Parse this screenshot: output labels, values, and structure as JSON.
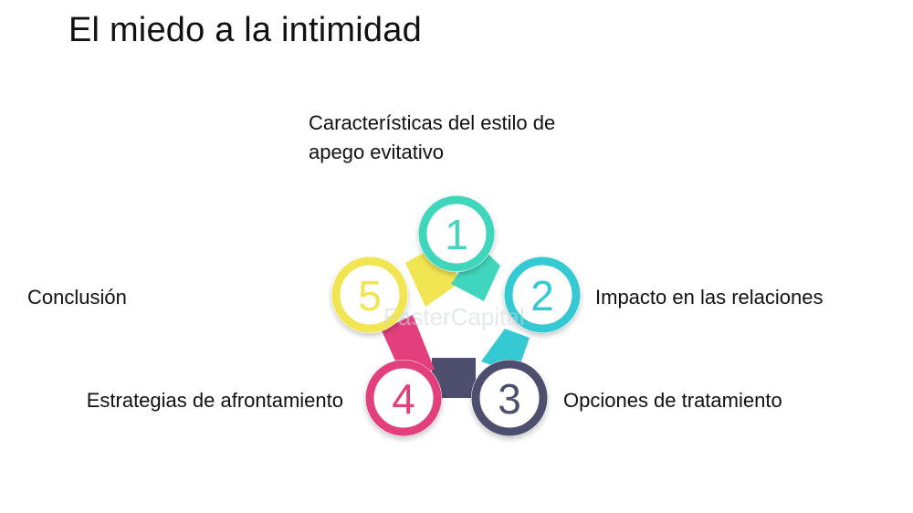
{
  "title": "El miedo a la intimidad",
  "steps": [
    {
      "number": "1",
      "text_line1": "Características del estilo de",
      "text_line2": "apego evitativo",
      "color": "#3fd6bd"
    },
    {
      "number": "2",
      "text": "Impacto en las relaciones",
      "color": "#34c9d3"
    },
    {
      "number": "3",
      "text": "Opciones de tratamiento",
      "color": "#4e4f6e"
    },
    {
      "number": "4",
      "text": "Estrategias de afrontamiento",
      "color": "#e23f7c"
    },
    {
      "number": "5",
      "text": "Conclusión",
      "color": "#f1e552"
    }
  ],
  "watermark": "FasterCapital"
}
